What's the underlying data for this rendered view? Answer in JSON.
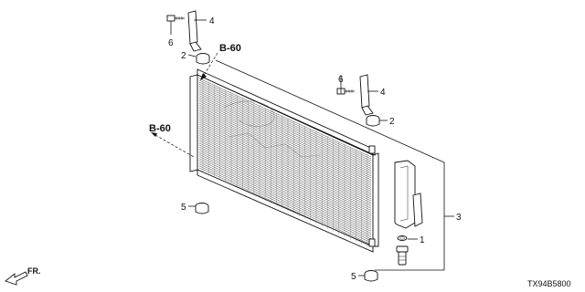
{
  "callouts": {
    "c1": "1",
    "c2a": "2",
    "c2b": "2",
    "c3": "3",
    "c4a": "4",
    "c4b": "4",
    "c5a": "5",
    "c5b": "5",
    "c6a": "6",
    "c6b": "6"
  },
  "refs": {
    "top": "B-60",
    "left": "B-60"
  },
  "front_marker": "FR.",
  "diagram_code": "TX94B5800"
}
